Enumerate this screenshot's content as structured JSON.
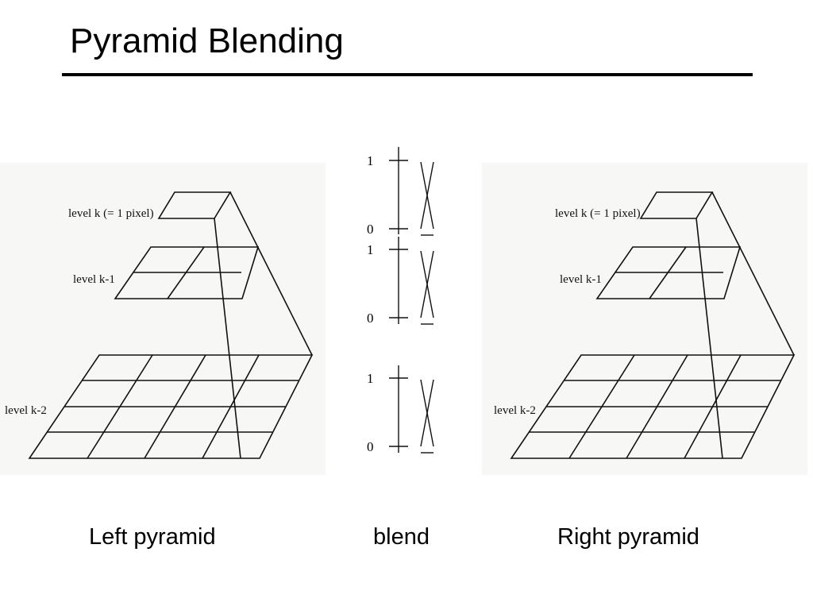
{
  "title": "Pyramid Blending",
  "left_pyramid": {
    "labels": [
      "level k (= 1 pixel)",
      "level k-1",
      "level k-2"
    ]
  },
  "right_pyramid": {
    "labels": [
      "level k (= 1 pixel)",
      "level k-1",
      "level k-2"
    ]
  },
  "blend": {
    "axes": [
      {
        "top_label": "1",
        "bottom_label": "0"
      },
      {
        "top_label": "1",
        "bottom_label": "0"
      },
      {
        "top_label": "1",
        "bottom_label": "0"
      }
    ]
  },
  "captions": {
    "left": "Left pyramid",
    "blend": "blend",
    "right": "Right pyramid"
  }
}
